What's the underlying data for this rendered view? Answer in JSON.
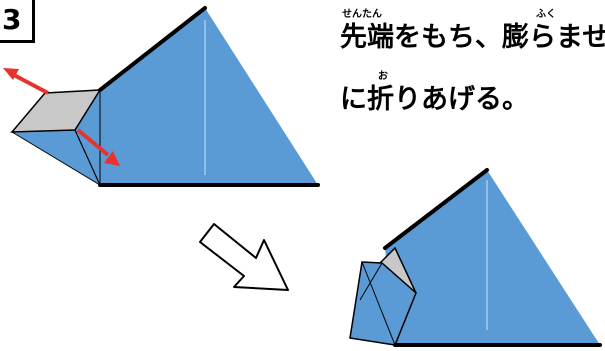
{
  "step": {
    "number": "3"
  },
  "instruction": {
    "line1": "先端をもち、膨らませ",
    "line2": "に折りあげる。",
    "ruby_sentan": "せんたん",
    "ruby_fuku": "ふく",
    "ruby_o": "お"
  },
  "colors": {
    "paper_front": "#5b9bd5",
    "paper_back": "#c8c8c8",
    "arrow_red": "#e8322e",
    "outline": "#000000"
  },
  "icons": {
    "direction_arrow": "outline-arrow-down-right",
    "pull_arrows": "double-headed-red-arrow"
  }
}
